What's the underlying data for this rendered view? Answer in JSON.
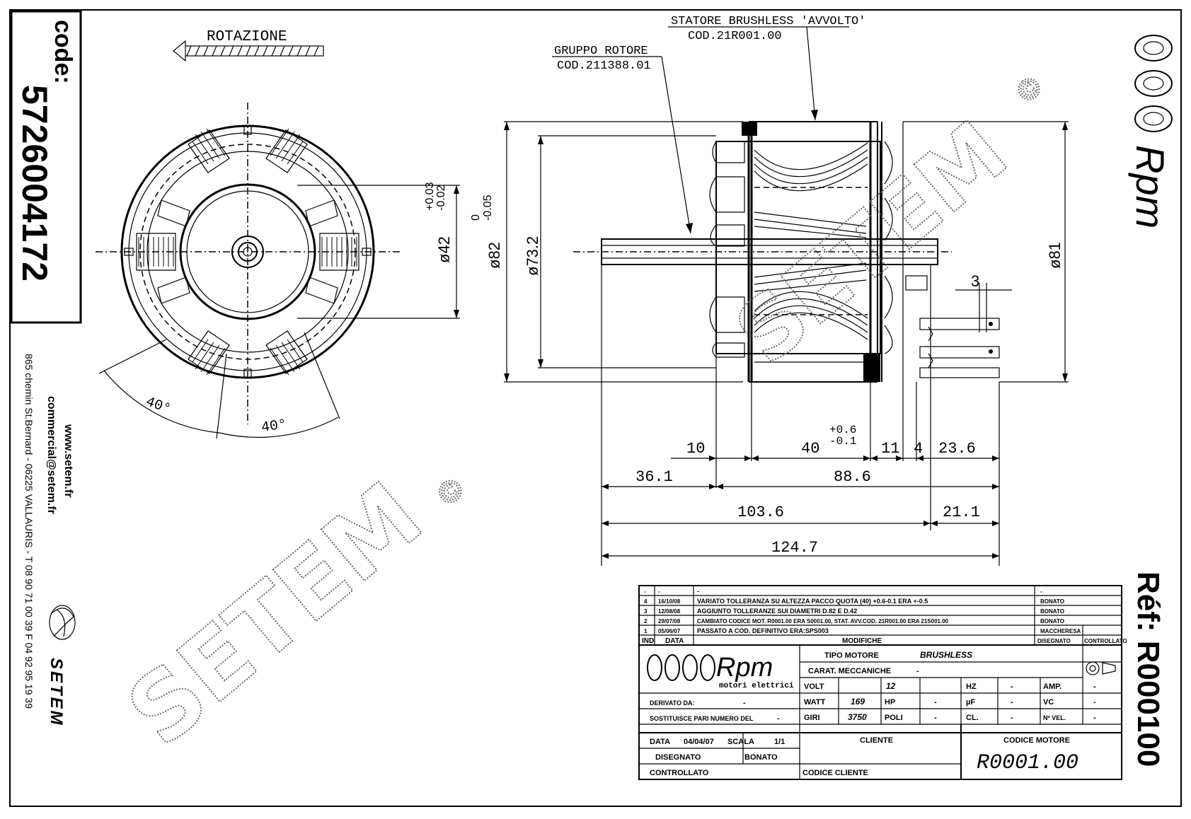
{
  "code_label": "code:",
  "code_number": "5726004172",
  "contact": {
    "website": "www.setem.fr",
    "email": "commercial@setem.fr",
    "address": "865 chemin St.Bernard - 06225 VALLAURIS - T 08 90 71 00 39  F 04 92 95 19 39",
    "brand": "SETEM"
  },
  "watermark": {
    "text": "SETEM",
    "mark": "©"
  },
  "rotation_label": "ROTAZIONE",
  "callouts": {
    "stator_title": "STATORE BRUSHLESS 'AVVOLTO'",
    "stator_code": "COD.21R001.00",
    "rotor_title": "GRUPPO ROTORE",
    "rotor_code": "COD.211388.01"
  },
  "dimensions": {
    "angle_1": "40°",
    "angle_2": "40°",
    "dia_42": "ø42",
    "tol_42_upper": "+0.03",
    "tol_42_lower": "-0.02",
    "dia_82": "ø82",
    "tol_82_upper": "0",
    "tol_82_lower": "-0.05",
    "dia_73": "ø73.2",
    "dia_81": "ø81",
    "d_3": "3",
    "d_10": "10",
    "d_40": "40",
    "tol_40_upper": "+0.6",
    "tol_40_lower": "-0.1",
    "d_11": "11",
    "d_4": "4",
    "d_23_6": "23.6",
    "d_36_1": "36.1",
    "d_88_6": "88.6",
    "d_103_6": "103.6",
    "d_21_1": "21.1",
    "d_124_7": "124.7"
  },
  "logo": {
    "brand": "Rpm",
    "subtitle": "motori elettrici"
  },
  "ref": "Réf: R000100",
  "title_block": {
    "revisions": [
      {
        "ind": "-",
        "date": "-",
        "desc": "-",
        "by": "-",
        "ctrl": ""
      },
      {
        "ind": "4",
        "date": "16/10/08",
        "desc": "VARIATO TOLLERANZA SU ALTEZZA PACCO QUOTA (40) +0.6-0.1 ERA +-0.5",
        "by": "BONATO",
        "ctrl": ""
      },
      {
        "ind": "3",
        "date": "12/08/08",
        "desc": "AGGIUNTO TOLLERANZE SUI DIAMETRI D.82 E D.42",
        "by": "BONATO",
        "ctrl": ""
      },
      {
        "ind": "2",
        "date": "29/07/08",
        "desc": "CAMBIATO CODICE MOT. R0001.00 ERA S0001.00, STAT. AVV.COD. 21R001.00 ERA 21S001.00",
        "by": "BONATO",
        "ctrl": ""
      },
      {
        "ind": "1",
        "date": "05/06/07",
        "desc": "PASSATO A COD. DEFINITIVO ERA:SPS003",
        "by": "MACCHERESA",
        "ctrl": ""
      }
    ],
    "header_ind": "IND",
    "header_data": "DATA",
    "header_modifiche": "MODIFICHE",
    "header_disegnato": "DISEGNATO",
    "header_controllato": "CONTROLLATO",
    "tipo_motore_label": "TIPO MOTORE",
    "tipo_motore_value": "BRUSHLESS",
    "carat_label": "CARAT. MECCANICHE",
    "carat_value": "-",
    "volt_label": "VOLT",
    "volt_value": "12",
    "watt_label": "WATT",
    "watt_value": "169",
    "giri_label": "GIRI",
    "giri_value": "3750",
    "hz_label": "HZ",
    "hz_value": "-",
    "hp_label": "HP",
    "hp_value": "-",
    "poli_label": "POLI",
    "poli_value": "-",
    "amp_label": "AMP.",
    "amp_value": "-",
    "uf_label": "µF",
    "uf_value": "-",
    "vc_label": "VC",
    "vc_value": "-",
    "cl_label": "CL.",
    "cl_value": "-",
    "nvel_label": "Nº VEL.",
    "nvel_value": "-",
    "derivato_label": "DERIVATO DA:",
    "derivato_value": "-",
    "sostituisce_label": "SOSTITUISCE PARI NUMERO DEL",
    "sostituisce_value": "-",
    "data_label": "DATA",
    "data_value": "04/04/07",
    "scala_label": "SCALA",
    "scala_value": "1/1",
    "disegnato_label": "DISEGNATO",
    "disegnato_value": "BONATO",
    "controllato_label": "CONTROLLATO",
    "cliente_label": "CLIENTE",
    "codice_cliente_label": "CODICE CLIENTE",
    "codice_motore_label": "CODICE MOTORE",
    "codice_motore_value": "R0001.00"
  }
}
